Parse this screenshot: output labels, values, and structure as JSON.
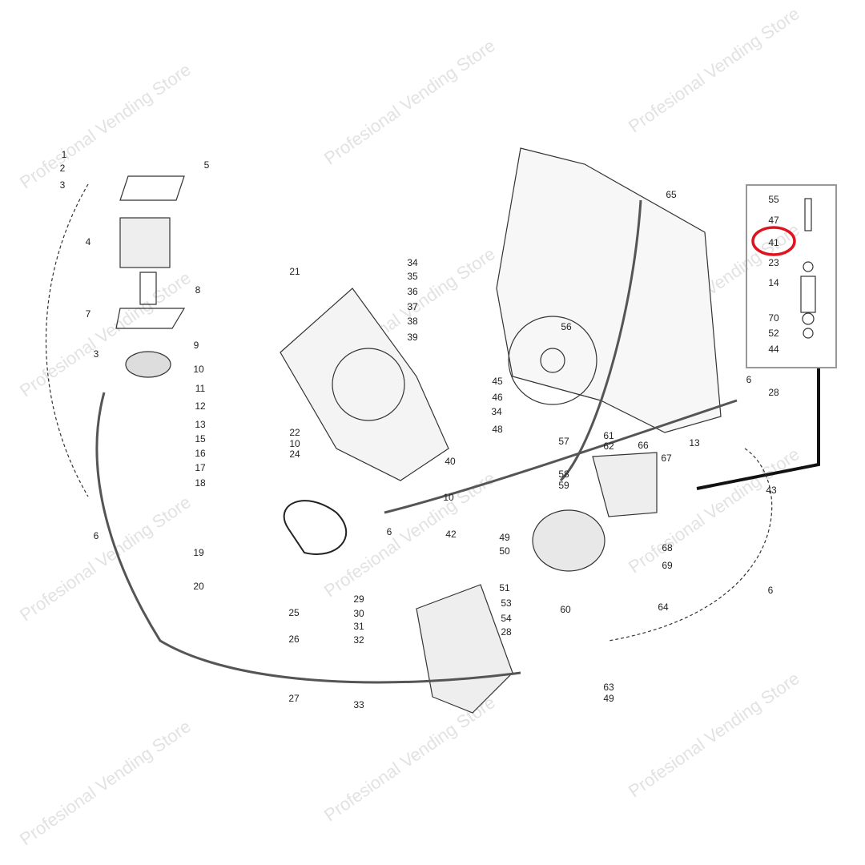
{
  "watermark": "Profesional Vending Store",
  "highlight": {
    "part": "41",
    "color": "#e0141e"
  },
  "colors": {
    "line": "#333333",
    "hose": "#555555"
  },
  "labels": [
    "1",
    "2",
    "3",
    "5",
    "4",
    "8",
    "7",
    "9",
    "3",
    "10",
    "11",
    "12",
    "13",
    "15",
    "16",
    "17",
    "18",
    "19",
    "20",
    "6",
    "21",
    "22",
    "10",
    "24",
    "25",
    "26",
    "27",
    "33",
    "29",
    "30",
    "31",
    "32",
    "34",
    "35",
    "36",
    "37",
    "38",
    "39",
    "40",
    "10",
    "6",
    "42",
    "50",
    "51",
    "53",
    "54",
    "28",
    "49",
    "59",
    "58",
    "57",
    "48",
    "34",
    "46",
    "45",
    "56",
    "65",
    "61",
    "62",
    "66",
    "13",
    "67",
    "68",
    "69",
    "60",
    "64",
    "63",
    "49",
    "43",
    "28",
    "6",
    "6",
    "55",
    "47",
    "41",
    "23",
    "14",
    "70",
    "52",
    "44"
  ]
}
